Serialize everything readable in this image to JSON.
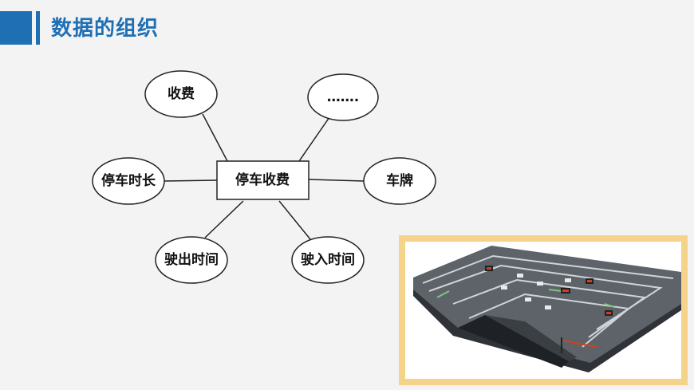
{
  "slide": {
    "title": "数据的组织",
    "accent_color": "#1f6fb5"
  },
  "diagram": {
    "center": "停车收费",
    "nodes": [
      {
        "id": "fee",
        "label": "收费"
      },
      {
        "id": "more",
        "label": "……."
      },
      {
        "id": "duration",
        "label": "停车时长"
      },
      {
        "id": "plate",
        "label": "车牌"
      },
      {
        "id": "exit-time",
        "label": "驶出时间"
      },
      {
        "id": "entry-time",
        "label": "驶入时间"
      }
    ]
  },
  "photo": {
    "subject": "parking-lot-3d-model",
    "frame_color": "#f5d38a"
  }
}
